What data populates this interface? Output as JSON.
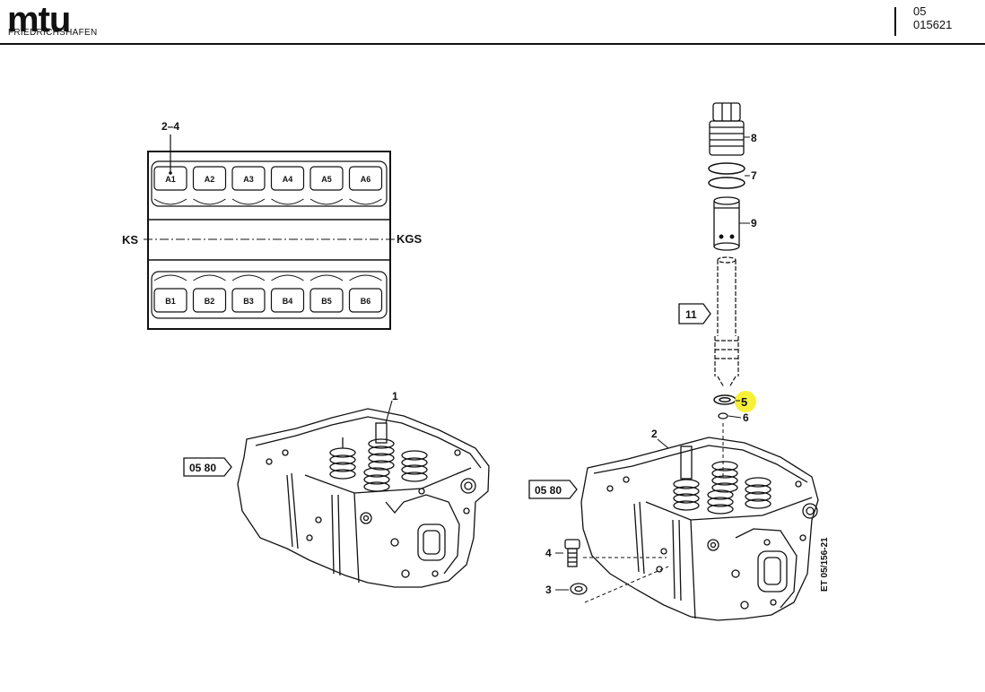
{
  "header": {
    "logo": "mtu",
    "company": "FRIEDRICHSHAFEN",
    "section": "05",
    "document_number": "015621"
  },
  "cylinder_diagram": {
    "pointer_label": "2–4",
    "row_a": [
      "A1",
      "A2",
      "A3",
      "A4",
      "A5",
      "A6"
    ],
    "row_b": [
      "B1",
      "B2",
      "B3",
      "B4",
      "B5",
      "B6"
    ],
    "left_side_label": "KS",
    "right_side_label": "KGS"
  },
  "part_callouts": {
    "p1": "1",
    "p2": "2",
    "p3": "3",
    "p4": "4",
    "p5": "5",
    "p6": "6",
    "p7": "7",
    "p8": "8",
    "p9": "9"
  },
  "references": {
    "ref_left": "05 80",
    "ref_right": "05 80",
    "ref_injector": "11"
  },
  "figure_code": "ET 05/156-21",
  "highlight_color": "#f7f03a"
}
